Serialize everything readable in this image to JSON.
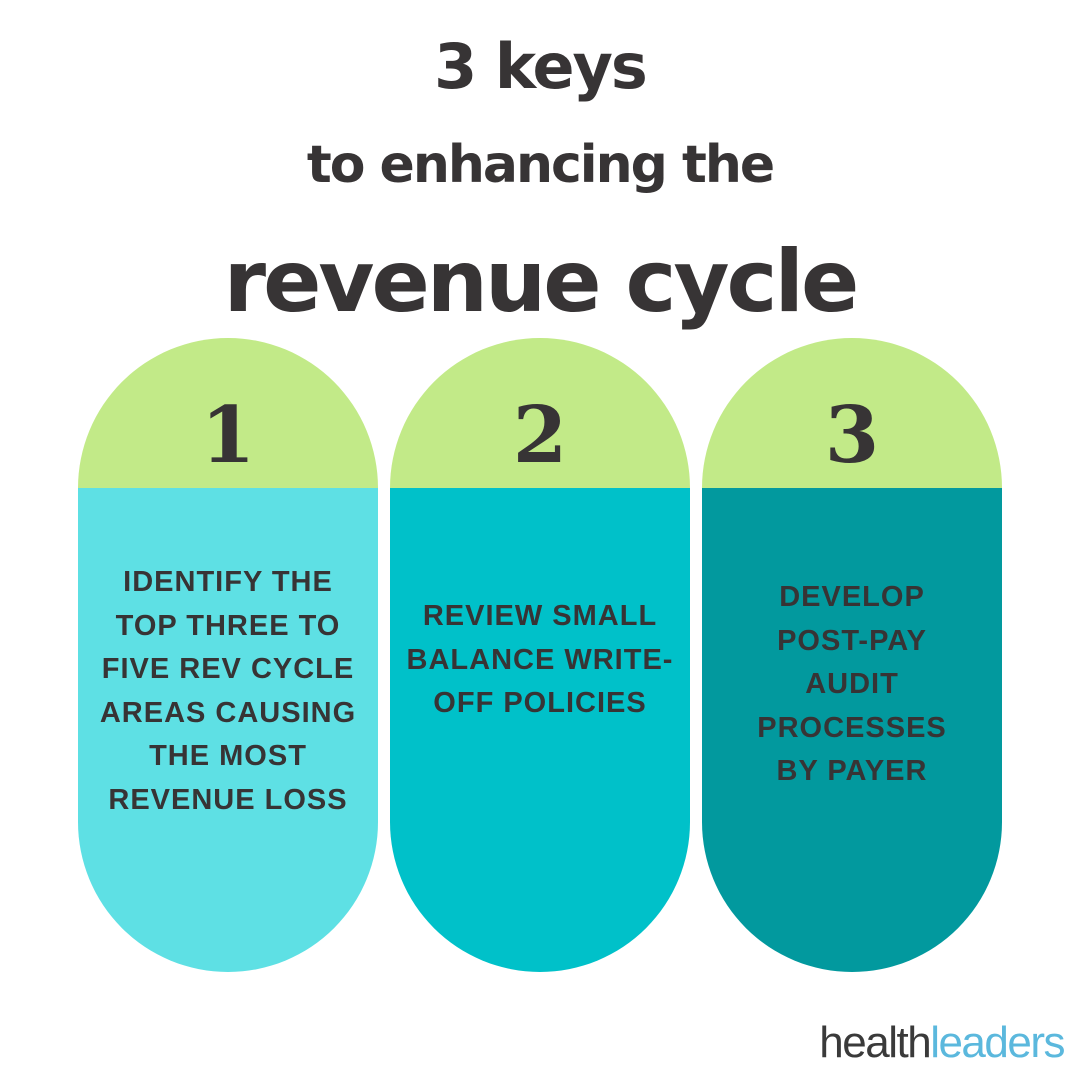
{
  "title": {
    "line1": "3 keys",
    "line2": "to enhancing the",
    "line3": "revenue cycle"
  },
  "keys": [
    {
      "number": "1",
      "text": "Identify the top three to five rev cycle areas causing the most revenue loss",
      "color": "#5ee0e4"
    },
    {
      "number": "2",
      "text": "Review small balance write-off policies",
      "color": "#00c1c9"
    },
    {
      "number": "3",
      "text": "Develop post-pay audit processes by payer",
      "color": "#02999e"
    }
  ],
  "cap_color": "#c2ea88",
  "logo": {
    "part1": "health",
    "part2": "leaders"
  }
}
